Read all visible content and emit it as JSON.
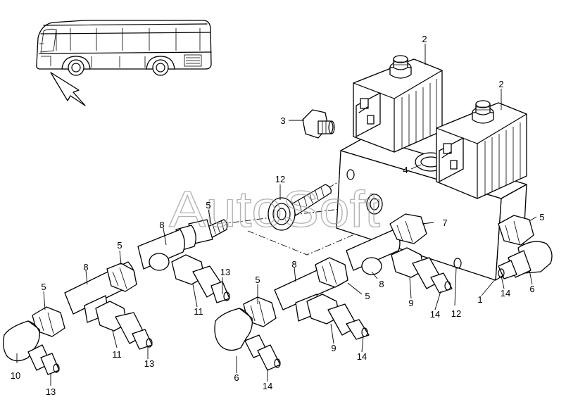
{
  "watermark": "AutoSoft",
  "callouts": [
    {
      "id": "c1",
      "text": "1"
    },
    {
      "id": "c2a",
      "text": "2"
    },
    {
      "id": "c2b",
      "text": "2"
    },
    {
      "id": "c3",
      "text": "3"
    },
    {
      "id": "c4",
      "text": "4"
    },
    {
      "id": "c5a",
      "text": "5"
    },
    {
      "id": "c5b",
      "text": "5"
    },
    {
      "id": "c5c",
      "text": "5"
    },
    {
      "id": "c5d",
      "text": "5"
    },
    {
      "id": "c5e",
      "text": "5"
    },
    {
      "id": "c5f",
      "text": "5"
    },
    {
      "id": "c6a",
      "text": "6"
    },
    {
      "id": "c6b",
      "text": "6"
    },
    {
      "id": "c7",
      "text": "7"
    },
    {
      "id": "c8a",
      "text": "8"
    },
    {
      "id": "c8b",
      "text": "8"
    },
    {
      "id": "c8c",
      "text": "8"
    },
    {
      "id": "c8d",
      "text": "8"
    },
    {
      "id": "c9a",
      "text": "9"
    },
    {
      "id": "c9b",
      "text": "9"
    },
    {
      "id": "c10",
      "text": "10"
    },
    {
      "id": "c11a",
      "text": "11"
    },
    {
      "id": "c11b",
      "text": "11"
    },
    {
      "id": "c12a",
      "text": "12"
    },
    {
      "id": "c12b",
      "text": "12"
    },
    {
      "id": "c13a",
      "text": "13"
    },
    {
      "id": "c13b",
      "text": "13"
    },
    {
      "id": "c13c",
      "text": "13"
    },
    {
      "id": "c14a",
      "text": "14"
    },
    {
      "id": "c14b",
      "text": "14"
    },
    {
      "id": "c14c",
      "text": "14"
    },
    {
      "id": "c14d",
      "text": "14"
    }
  ]
}
